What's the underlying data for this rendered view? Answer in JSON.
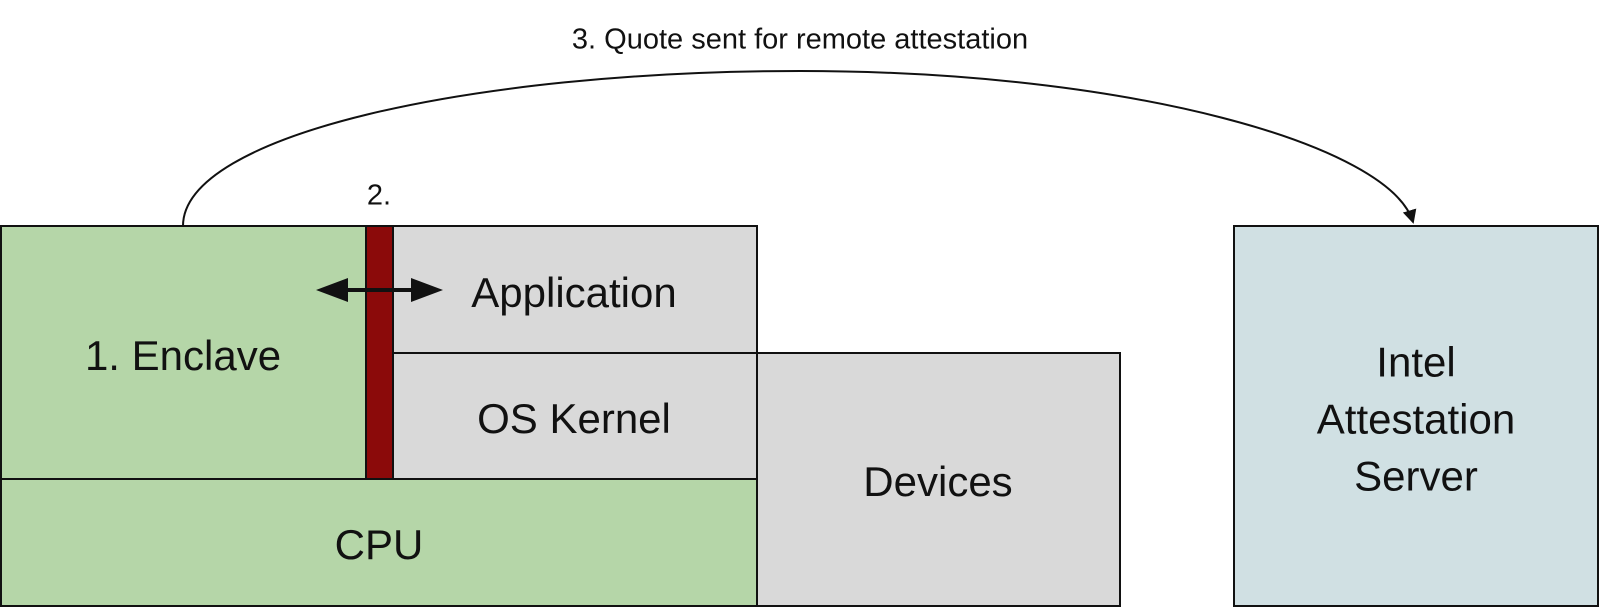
{
  "diagram": {
    "quote_label": "3. Quote sent for remote attestation",
    "boundary_label": "2.",
    "enclave_label": "1. Enclave",
    "application_label": "Application",
    "os_kernel_label": "OS Kernel",
    "cpu_label": "CPU",
    "devices_label": "Devices",
    "server_lines": [
      "Intel",
      "Attestation",
      "Server"
    ]
  },
  "colors": {
    "trusted_green": "#b5d6a8",
    "untrusted_gray": "#d9d9d9",
    "server_blue": "#d0e0e3",
    "boundary_red": "#8b0a0a",
    "stroke": "#111111"
  }
}
